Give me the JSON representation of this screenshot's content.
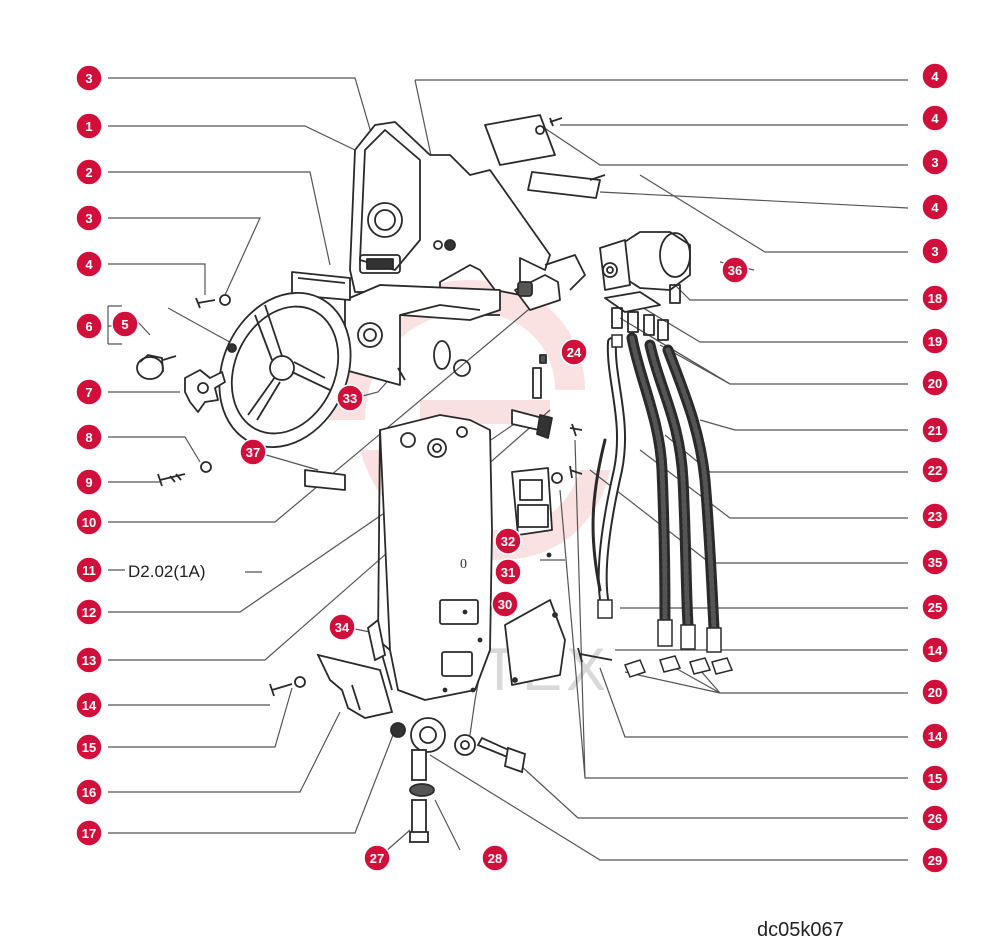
{
  "diagram": {
    "watermark": "VHTEX",
    "drawing_code": "dc05k067",
    "reference_note": "D2.02(1A)",
    "accent_color": "#d0103a",
    "callouts": {
      "c1": "1",
      "c2": "2",
      "c3": "3",
      "c4": "4",
      "c5": "5",
      "c6": "6",
      "c7": "7",
      "c8": "8",
      "c9": "9",
      "c10": "10",
      "c11": "11",
      "c12": "12",
      "c13": "13",
      "c14": "14",
      "c15": "15",
      "c16": "16",
      "c17": "17",
      "c18": "18",
      "c19": "19",
      "c20": "20",
      "c21": "21",
      "c22": "22",
      "c23": "23",
      "c24": "24",
      "c25": "25",
      "c26": "26",
      "c27": "27",
      "c28": "28",
      "c29": "29",
      "c30": "30",
      "c31": "31",
      "c32": "32",
      "c33": "33",
      "c34": "34",
      "c35": "35",
      "c36": "36",
      "c37": "37"
    }
  }
}
